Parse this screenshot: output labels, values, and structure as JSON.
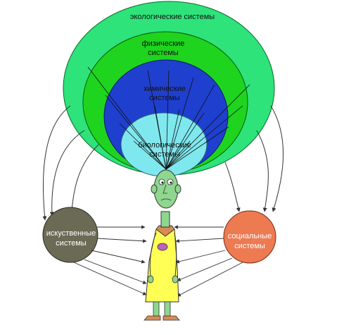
{
  "labels": {
    "ecological": "экологические   системы",
    "physical_1": "физические",
    "physical_2": "системы",
    "chemical_1": "химические",
    "chemical_2": "системы",
    "biological_1": "биологические",
    "biological_2": "системы",
    "artificial_1": "искуственные",
    "artificial_2": "системы",
    "social_1": "социальные",
    "social_2": "системы"
  },
  "colors": {
    "ecological": "#2ee37a",
    "physical": "#1fd41f",
    "chemical": "#1f3fcf",
    "biological": "#7fe8ee",
    "artificial": "#6b6a55",
    "social": "#ee7a52",
    "person_coat": "#ffff55",
    "person_skin": "#8fd68f"
  },
  "icons": {
    "person": "cartoon-scientist-figure"
  }
}
